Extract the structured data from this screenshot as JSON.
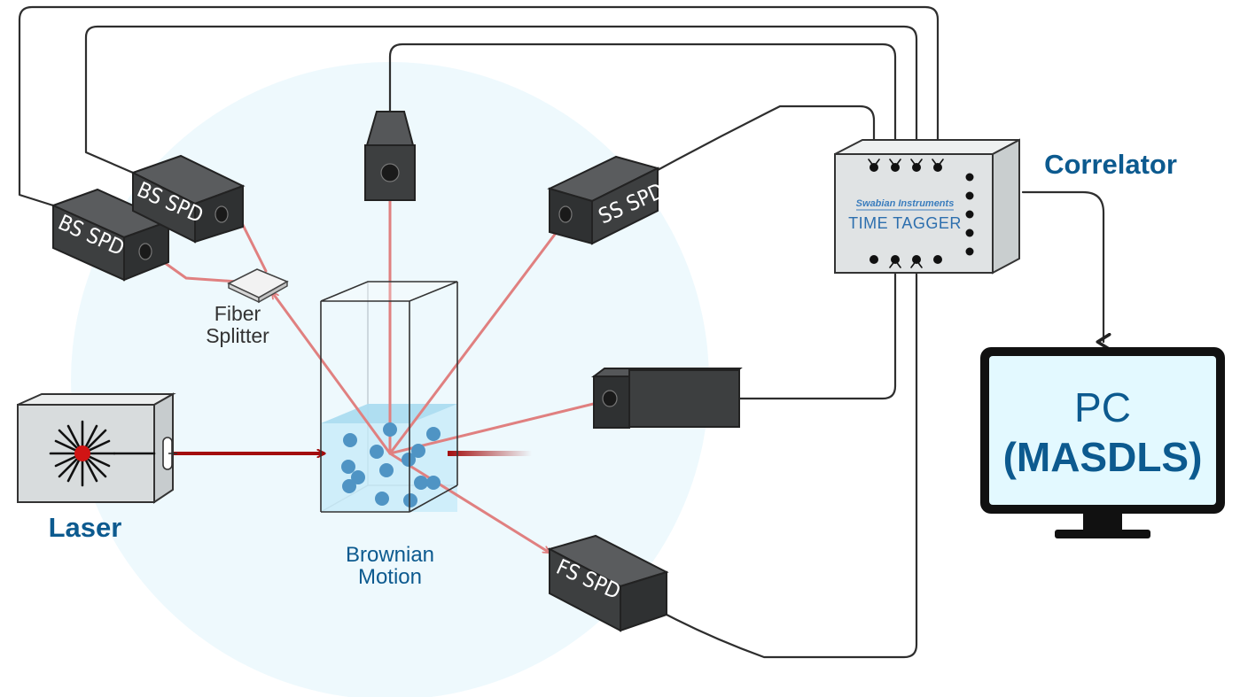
{
  "labels": {
    "laser": "Laser",
    "brownian": [
      "Brownian",
      "Motion"
    ],
    "fiber_splitter": [
      "Fiber",
      "Splitter"
    ],
    "correlator": "Correlator",
    "pc": [
      "PC",
      "(MASDLS)"
    ],
    "swabian": "Swabian Instruments",
    "time_tagger": "TIME TAGGER"
  },
  "detectors": {
    "bs1": "BS SPD",
    "bs2": "BS SPD",
    "ss": "SS SPD",
    "fs": "FS SPD"
  },
  "colors": {
    "title_blue": "#0c5a8f",
    "beam_red": "#a30d0d",
    "scatter_pink": "#e08080",
    "detector_dark": "#3d3f40",
    "halo": "#eef9fd",
    "particle": "#4f94c4",
    "monitor_screen": "#e3f9ff"
  }
}
